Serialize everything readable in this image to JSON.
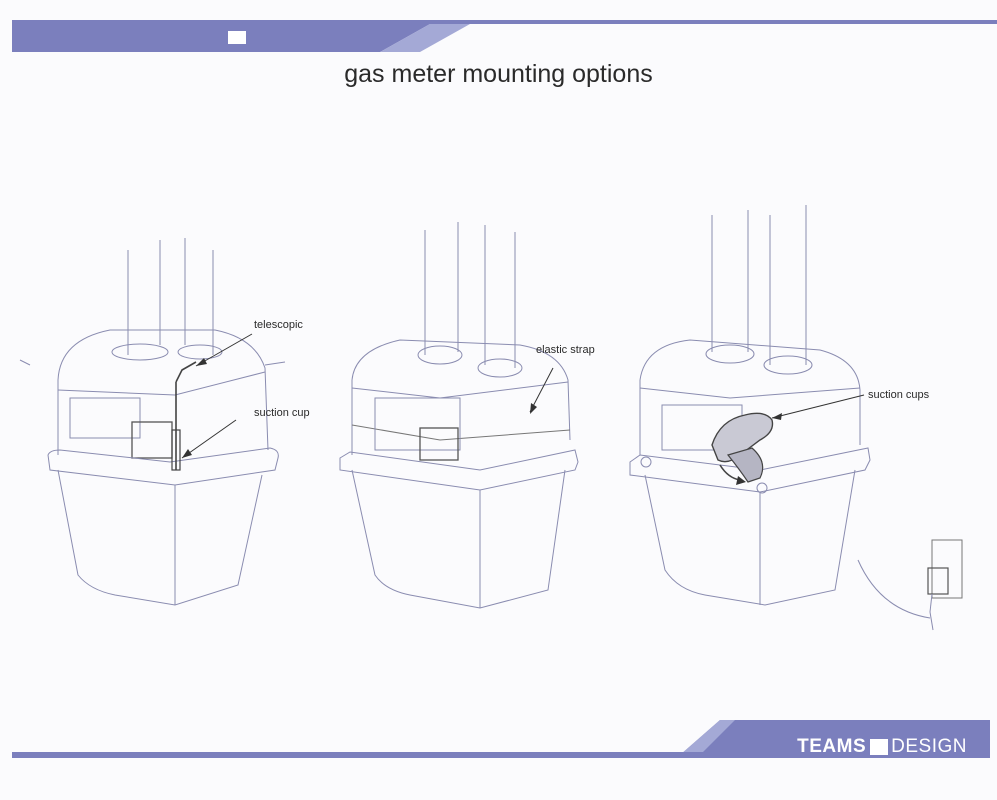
{
  "slide": {
    "title": "gas meter mounting options"
  },
  "callouts": {
    "telescopic": "telescopic",
    "suction_cup": "suction cup",
    "elastic_strap": "elastic strap",
    "suction_cups": "suction cups"
  },
  "brand": {
    "primary": "TEAMS",
    "secondary": "DESIGN"
  },
  "colors": {
    "band": "#7b7fbd",
    "band_light": "#a4a9d6",
    "sketch": "#8a8cb0"
  }
}
